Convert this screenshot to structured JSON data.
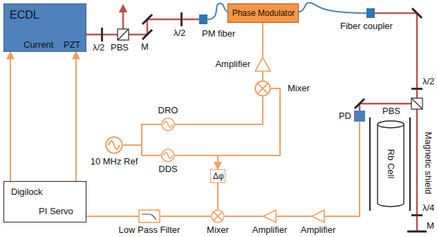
{
  "diagram": {
    "nodes": [
      {
        "text": [
          "ECDL",
          "Current",
          "PZT"
        ]
      },
      {
        "text": [
          "Phase Modulator"
        ]
      },
      {
        "text": [
          "Amplifier"
        ]
      },
      {
        "text": [
          "Mixer"
        ]
      },
      {
        "text": [
          "10 MHz Ref"
        ]
      },
      {
        "text": [
          "DRO"
        ]
      },
      {
        "text": [
          "DDS"
        ]
      },
      {
        "text": [
          "Δφ"
        ]
      },
      {
        "text": [
          "Digilock",
          "PI Servo"
        ]
      },
      {
        "text": [
          "Low Pass Filter"
        ]
      },
      {
        "text": [
          "Mixer"
        ]
      },
      {
        "text": [
          "Amplifier"
        ]
      },
      {
        "text": [
          "Amplifier"
        ]
      },
      {
        "text": [
          "PD"
        ]
      },
      {
        "text": [
          "Rb Cell"
        ]
      }
    ],
    "edges": [
      {
        "from": 8,
        "to": 0,
        "arrow": "to"
      },
      {
        "from": 8,
        "to": 0,
        "arrow": "to"
      },
      {
        "from": 4,
        "to": 5,
        "arrow": "none"
      },
      {
        "from": 4,
        "to": 6,
        "arrow": "none"
      },
      {
        "from": 5,
        "to": 3,
        "arrow": "none"
      },
      {
        "from": 6,
        "to": 3,
        "arrow": "none"
      },
      {
        "from": 6,
        "to": 7,
        "arrow": "to"
      },
      {
        "from": 7,
        "to": 10,
        "arrow": "none"
      },
      {
        "from": 3,
        "to": 2,
        "arrow": "none"
      },
      {
        "from": 2,
        "to": 1,
        "arrow": "none"
      },
      {
        "from": 13,
        "to": 12,
        "arrow": "none"
      },
      {
        "from": 12,
        "to": 11,
        "arrow": "none"
      },
      {
        "from": 11,
        "to": 10,
        "arrow": "none"
      },
      {
        "from": 10,
        "to": 9,
        "arrow": "none"
      },
      {
        "from": 9,
        "to": 8,
        "arrow": "none"
      }
    ],
    "labels": [
      "λ/2",
      "PBS",
      "M",
      "λ/2",
      "PM fiber",
      "Fiber coupler",
      "λ/2",
      "PBS",
      "Magnetic shield",
      "λ/4",
      "M"
    ]
  }
}
